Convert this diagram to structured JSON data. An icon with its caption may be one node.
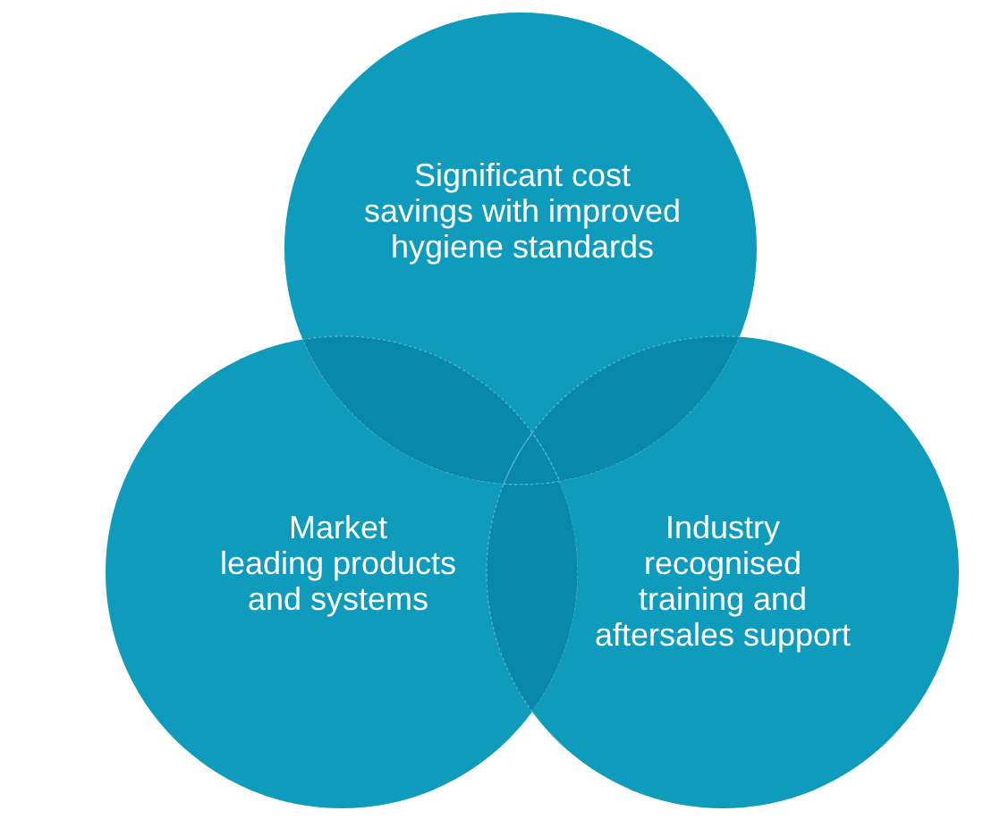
{
  "diagram": {
    "nodes": [
      {
        "text": [
          "Significant cost savings with improved hygiene standards"
        ]
      },
      {
        "text": [
          "Market leading products and systems"
        ]
      },
      {
        "text": [
          "Industry recognised training and aftersales support"
        ]
      }
    ]
  }
}
